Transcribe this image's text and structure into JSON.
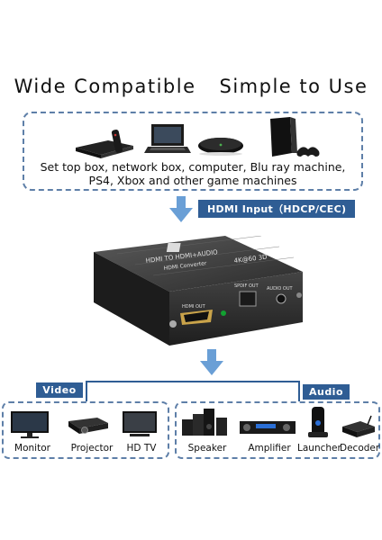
{
  "headline": {
    "left": "Wide Compatible",
    "right": "Simple to Use"
  },
  "sources": {
    "caption_line1": "Set top box, network box, computer, Blu ray machine,",
    "caption_line2": "PS4, Xbox and other game machines",
    "icons": [
      "set-top-box-icon",
      "laptop-icon",
      "network-box-icon",
      "game-console-icon"
    ]
  },
  "input_banner": "HDMI Input（HDCP/CEC)",
  "device": {
    "top_label": "HDMI TO HDMI+AUDIO",
    "sub_label": "HDMI Converter",
    "res_label": "4K@60 3D",
    "port_hdmi_out": "HDMI OUT",
    "port_spdif": "SPDIF OUT",
    "port_audio": "AUDIO OUT"
  },
  "outputs": {
    "video_tag": "Video",
    "audio_tag": "Audio",
    "video_items": [
      {
        "label": "Monitor",
        "icon": "monitor-icon"
      },
      {
        "label": "Projector",
        "icon": "projector-icon"
      },
      {
        "label": "HD TV",
        "icon": "tv-icon"
      }
    ],
    "audio_items": [
      {
        "label": "Speaker",
        "icon": "speaker-icon"
      },
      {
        "label": "Amplifier",
        "icon": "amplifier-icon"
      },
      {
        "label": "Launcher",
        "icon": "launcher-icon"
      },
      {
        "label": "Decoder",
        "icon": "decoder-icon"
      }
    ]
  },
  "colors": {
    "accent": "#2f5d94",
    "dashed_border": "#5e7fa8",
    "arrow": "#6a9fd6"
  }
}
